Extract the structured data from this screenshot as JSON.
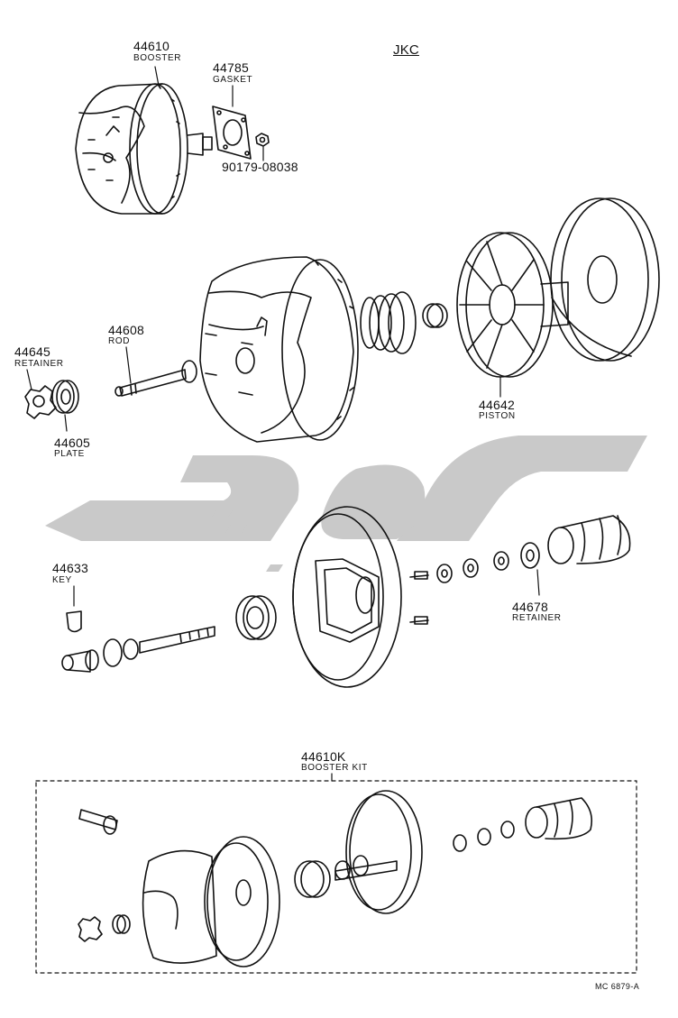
{
  "header": {
    "code": "JKC"
  },
  "parts": {
    "booster_num": "44610",
    "booster_name": "BOOSTER",
    "gasket_num": "44785",
    "gasket_name": "GASKET",
    "nut_num": "90179-08038",
    "rod_num": "44608",
    "rod_name": "ROD",
    "retainer_num": "44645",
    "retainer_name": "RETAINER",
    "plate_num": "44605",
    "plate_name": "PLATE",
    "piston_num": "44642",
    "piston_name": "PISTON",
    "key_num": "44633",
    "key_name": "KEY",
    "retainer2_num": "44678",
    "retainer2_name": "RETAINER",
    "kit_num": "44610K",
    "kit_name": "BOOSTER KIT"
  },
  "footer": {
    "code": "MC 6879-A"
  },
  "colors": {
    "ink": "#111111",
    "watermark": "#c9c9c9",
    "paper": "#ffffff"
  },
  "watermark_icon": "logo-watermark"
}
